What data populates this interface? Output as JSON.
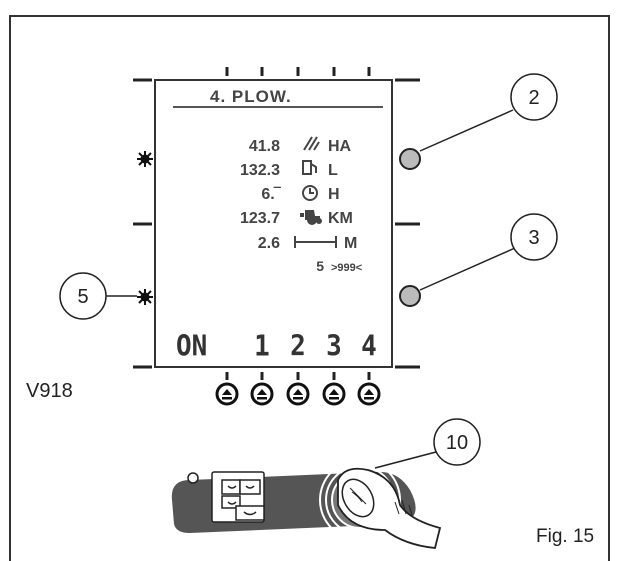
{
  "display": {
    "title": "4. PLOW.",
    "rows": [
      {
        "value": "41.8",
        "icon": "area-icon",
        "unit": "HA"
      },
      {
        "value": "132.3",
        "icon": "fuel-pump-icon",
        "unit": "L"
      },
      {
        "value": "6.‾",
        "icon": "clock-icon",
        "unit": "H"
      },
      {
        "value": "123.7",
        "icon": "tractor-icon",
        "unit": "KM"
      },
      {
        "value": "2.6",
        "icon": "width-icon",
        "unit": "M"
      },
      {
        "value": "5",
        "icon": "",
        "unit": ">999<"
      }
    ],
    "bottom_labels": [
      "ON",
      "1",
      "2",
      "3",
      "4"
    ]
  },
  "callouts": [
    "2",
    "3",
    "5",
    "10"
  ],
  "model_label": "V918",
  "figure_label": "Fig. 15"
}
